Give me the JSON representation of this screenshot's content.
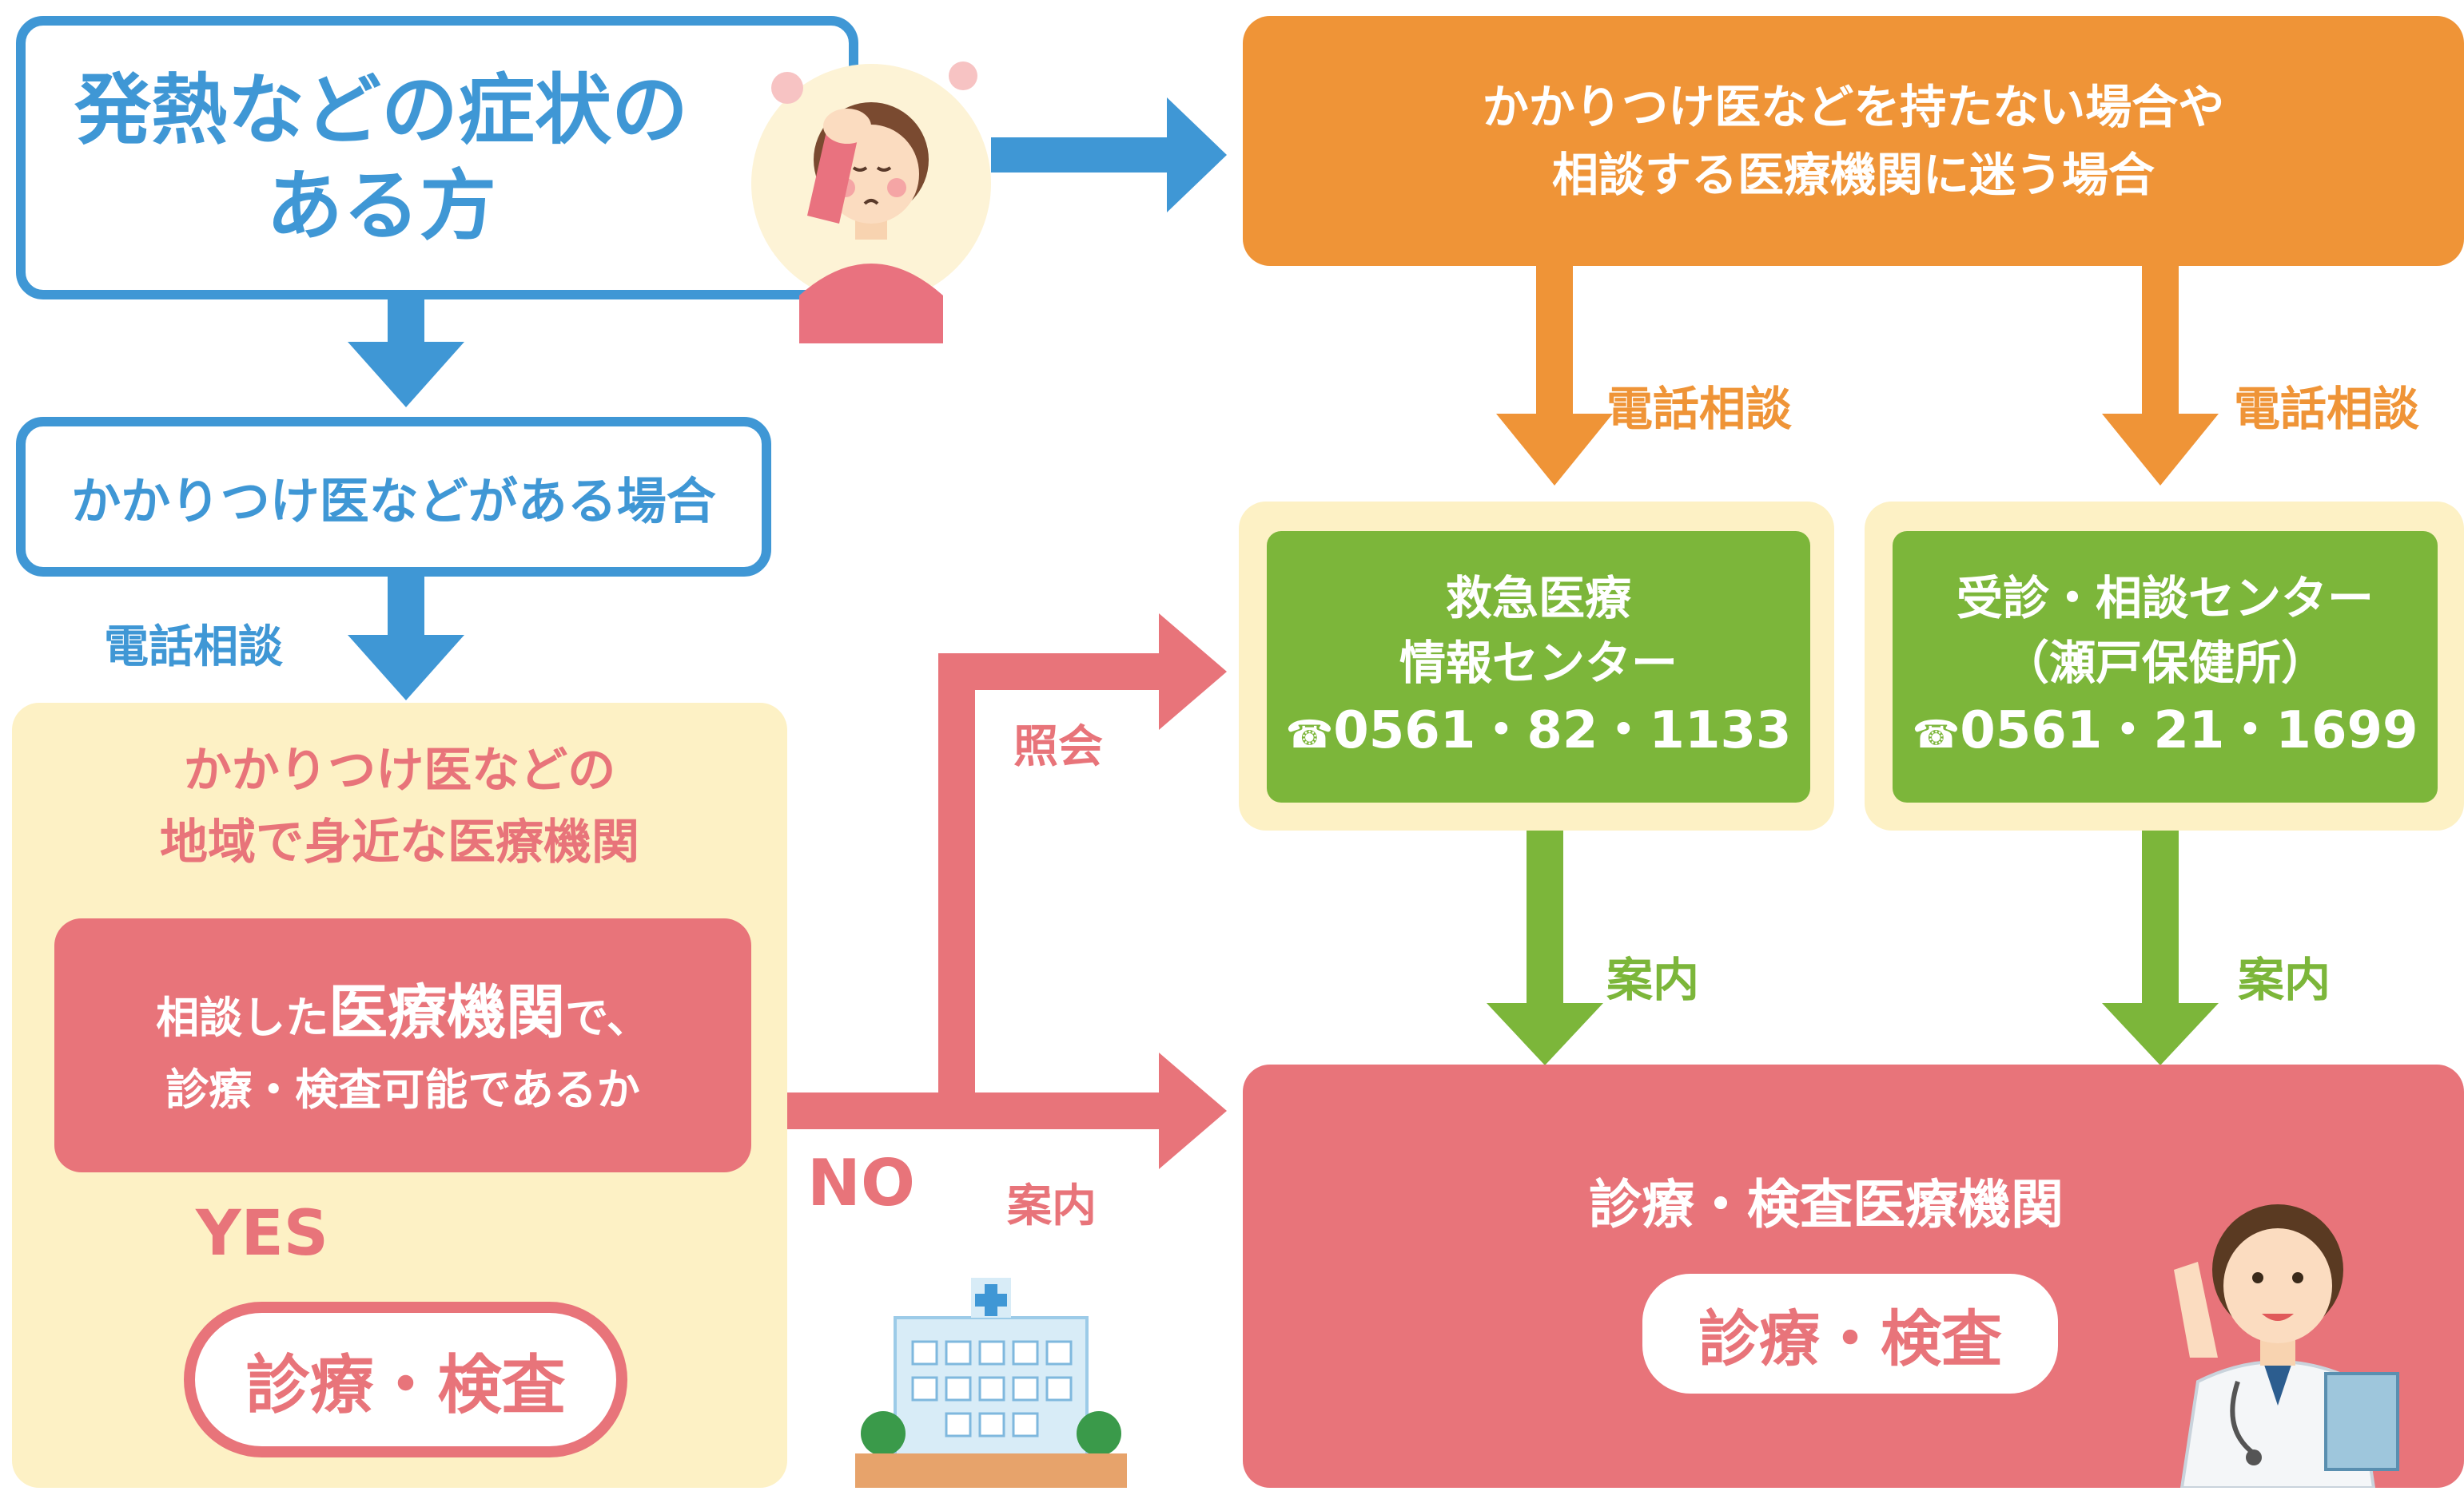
{
  "start": {
    "line1": "発熱などの症状の",
    "line2": "ある方"
  },
  "has_doctor": {
    "label": "かかりつけ医などがある場合"
  },
  "no_doctor": {
    "line1": "かかりつけ医などを持たない場合や",
    "line2": "相談する医療機関に迷う場合"
  },
  "local_clinic": {
    "line1": "かかりつけ医などの",
    "line2": "地域で身近な医療機関",
    "question_pre": "相談した",
    "question_emph": "医療機関",
    "question_post": "で、",
    "question_line2": "診療・検査可能であるか",
    "result": "診療・検査"
  },
  "emergency_center": {
    "line1": "救急医療",
    "line2": "情報センター",
    "phone_icon": "☎",
    "phone": "0561・82・1133"
  },
  "consult_center": {
    "line1": "受診・相談センター",
    "line2": "（瀬戸保健所）",
    "phone_icon": "☎",
    "phone": "0561・21・1699"
  },
  "exam_facility": {
    "title": "診療・検査医療機関",
    "result": "診療・検査"
  },
  "labels": {
    "phone_consult": "電話相談",
    "inquiry": "照会",
    "guide": "案内",
    "yes": "YES",
    "no": "NO"
  },
  "colors": {
    "blue": "#3f97d5",
    "orange": "#ef9437",
    "green": "#7cb63a",
    "pink": "#e8747a",
    "yellow": "#fdf1c5"
  }
}
